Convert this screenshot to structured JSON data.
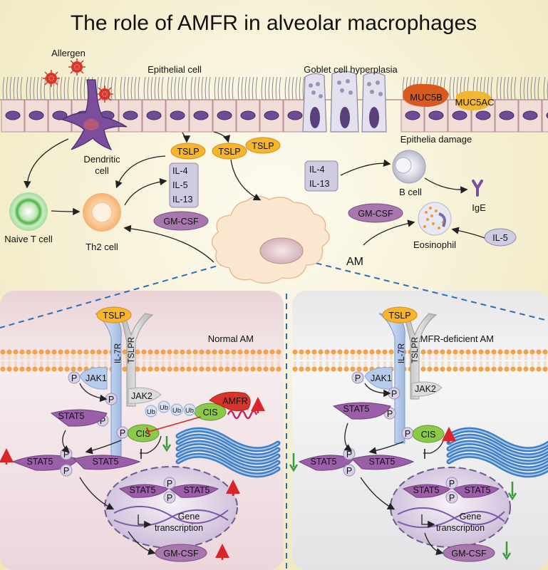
{
  "title": "The role of AMFR in alveolar macrophages",
  "top": {
    "allergen": "Allergen",
    "epithelial_cell": "Epithelial cell",
    "goblet": "Goblet cell hyperplasia",
    "muc5b": "MUC5B",
    "muc5ac": "MUC5AC",
    "epithelia_damage": "Epithelia damage",
    "dendritic": [
      "Dendritic",
      "cell"
    ],
    "tslp": "TSLP",
    "il_th2": [
      "IL-4",
      "IL-5",
      "IL-13"
    ],
    "il_b": [
      "IL-4",
      "IL-13"
    ],
    "b_cell": "B cell",
    "ige": "IgE",
    "gm_csf": "GM-CSF",
    "il5": "IL-5",
    "eosinophil": "Eosinophil",
    "naive_t": "Naive T cell",
    "th2": "Th2 cell",
    "am": "AM"
  },
  "normal": {
    "panel_label": "Normal AM",
    "tslp": "TSLP",
    "il7r": "IL-7R",
    "tslpr": "TSLPR",
    "jak1": "JAK1",
    "jak2": "JAK2",
    "p": "P",
    "stat5": "STAT5",
    "cis": "CIS",
    "ub": "Ub",
    "amfr": "AMFR",
    "gene": [
      "Gene",
      "transcription"
    ],
    "gm_csf": "GM-CSF"
  },
  "deficient": {
    "panel_label": "AMFR-deficient AM",
    "tslp": "TSLP",
    "il7r": "IL-7R",
    "tslpr": "TSLPR",
    "jak1": "JAK1",
    "jak2": "JAK2",
    "p": "P",
    "stat5": "STAT5",
    "cis": "CIS",
    "gene": [
      "Gene",
      "transcription"
    ],
    "gm_csf": "GM-CSF"
  },
  "colors": {
    "tslp": "#f6b52d",
    "stat5": "#9b5fa8",
    "cis": "#8cc94a",
    "amfr": "#d8352a",
    "up_arrow": "#d8252a",
    "down_arrow": "#3a9a3a",
    "er": "#3f7fc4"
  }
}
